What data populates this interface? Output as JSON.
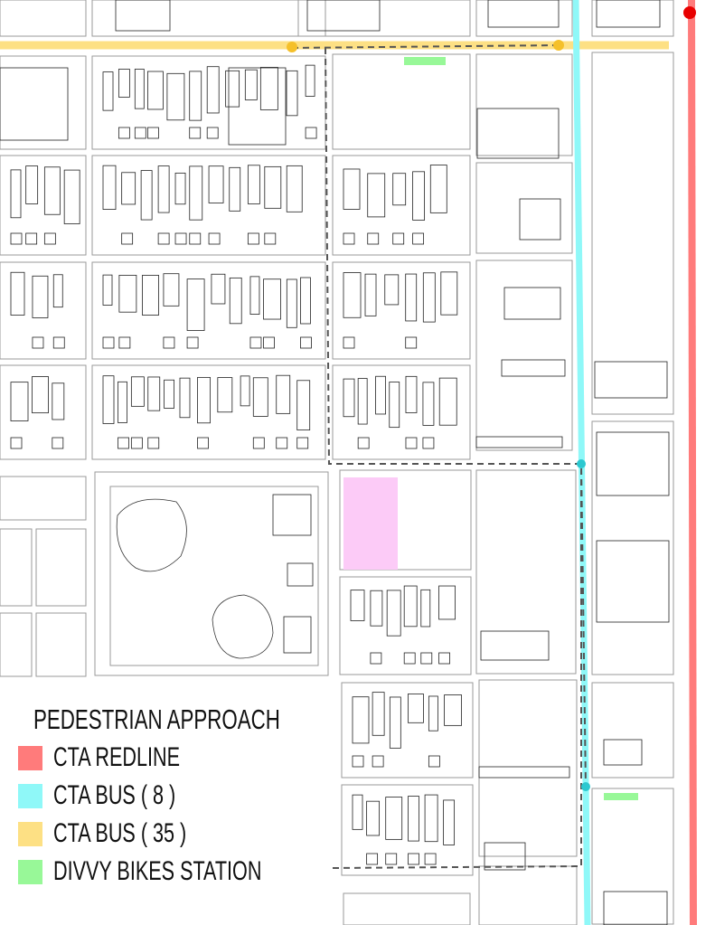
{
  "legend": {
    "title": "PEDESTRIAN APPROACH",
    "items": [
      {
        "label": "CTA REDLINE",
        "color": "#ff7b7b"
      },
      {
        "label": "CTA BUS ( 8 )",
        "color": "#8ff8f8"
      },
      {
        "label": "CTA BUS ( 35 )",
        "color": "#fde084"
      },
      {
        "label": "DIVVY BIKES STATION",
        "color": "#98f898"
      }
    ]
  },
  "colors": {
    "redline": "#ff7b7b",
    "redline_station": "#e80000",
    "bus8": "#8ff8f8",
    "bus8_stop": "#2cc8d0",
    "bus35": "#fde084",
    "bus35_stop": "#f5c02a",
    "divvy": "#98f898",
    "site": "#fccbf7",
    "route": "#555555"
  }
}
